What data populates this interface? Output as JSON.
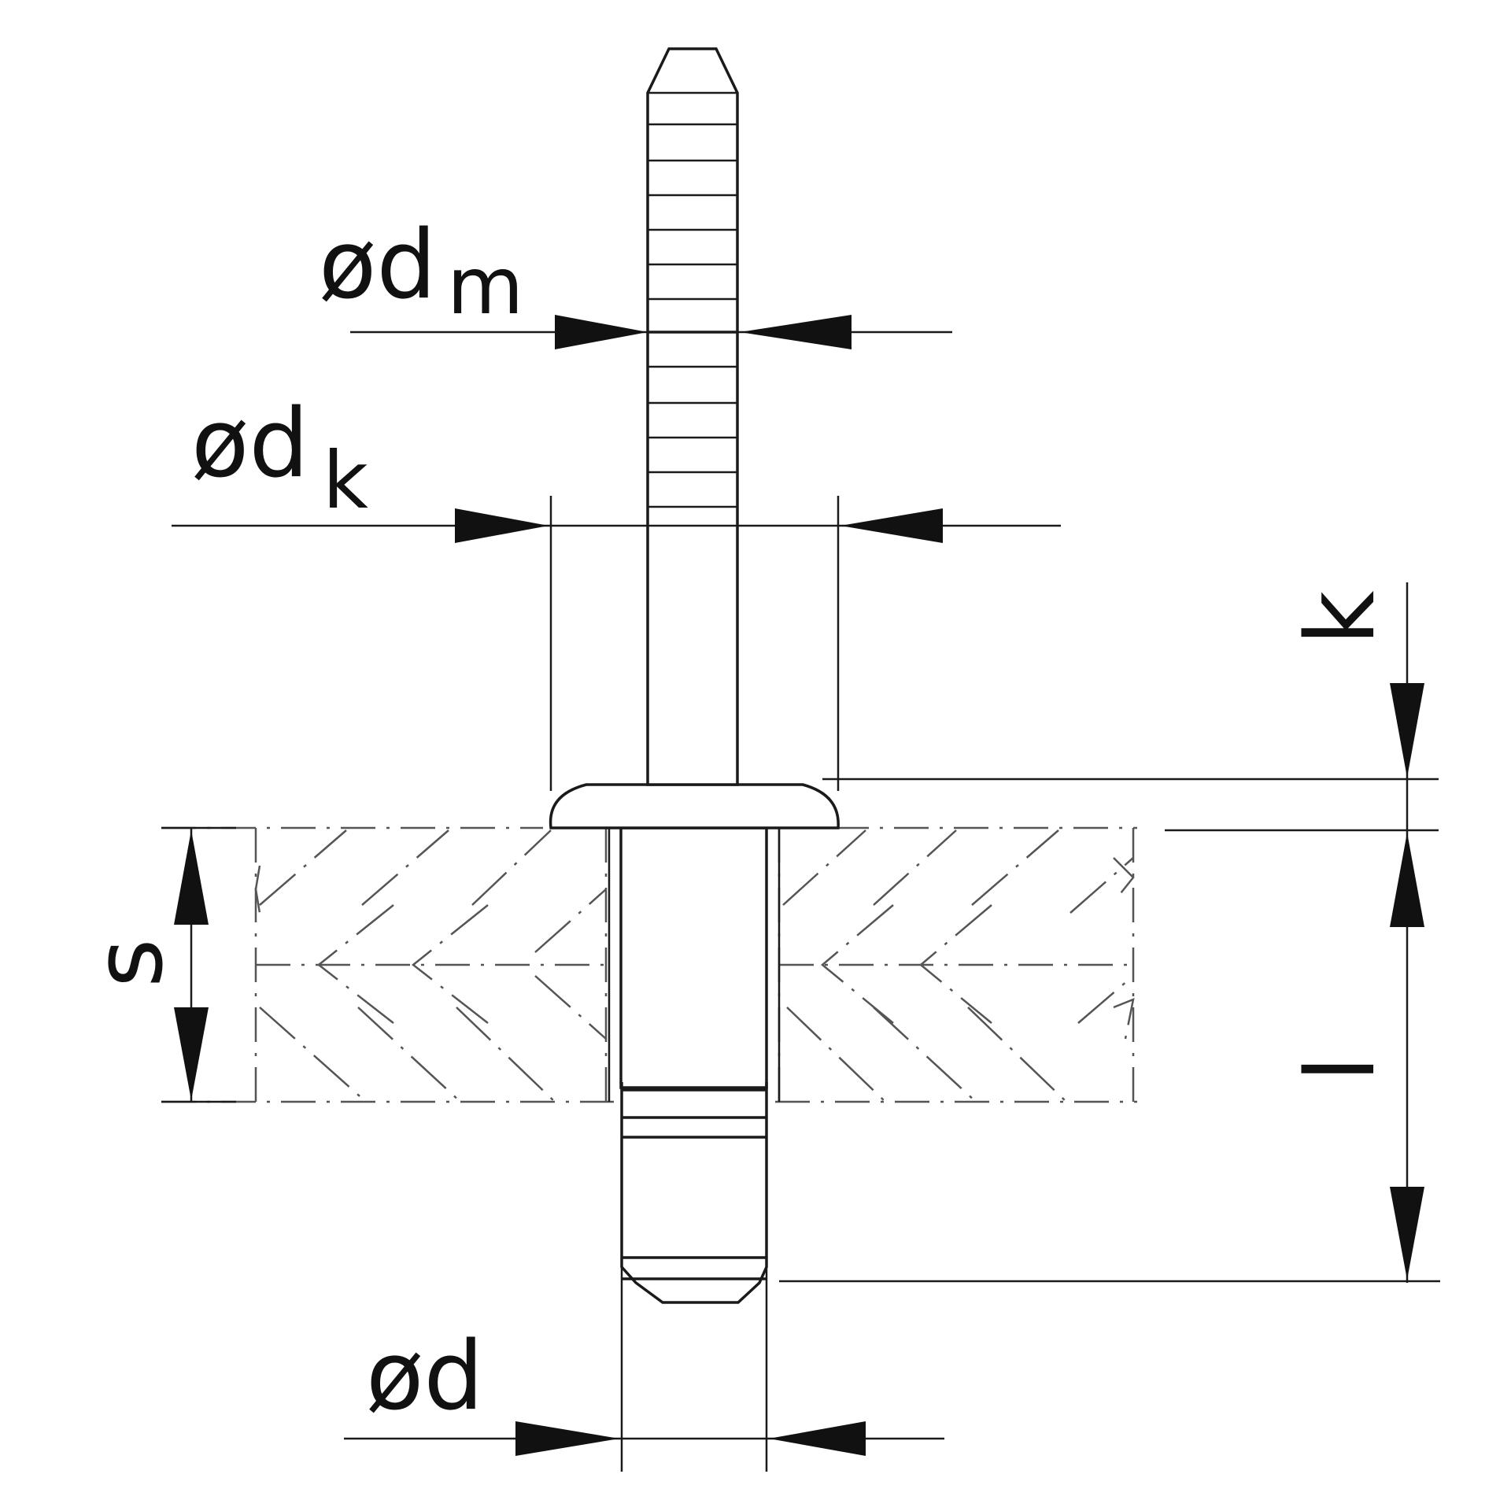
{
  "labels": {
    "dm_main": "ød",
    "dm_sub": "m",
    "dk_main": "ød",
    "dk_sub": "k",
    "k": "k",
    "s": "s",
    "l": "l",
    "d": "ød"
  }
}
